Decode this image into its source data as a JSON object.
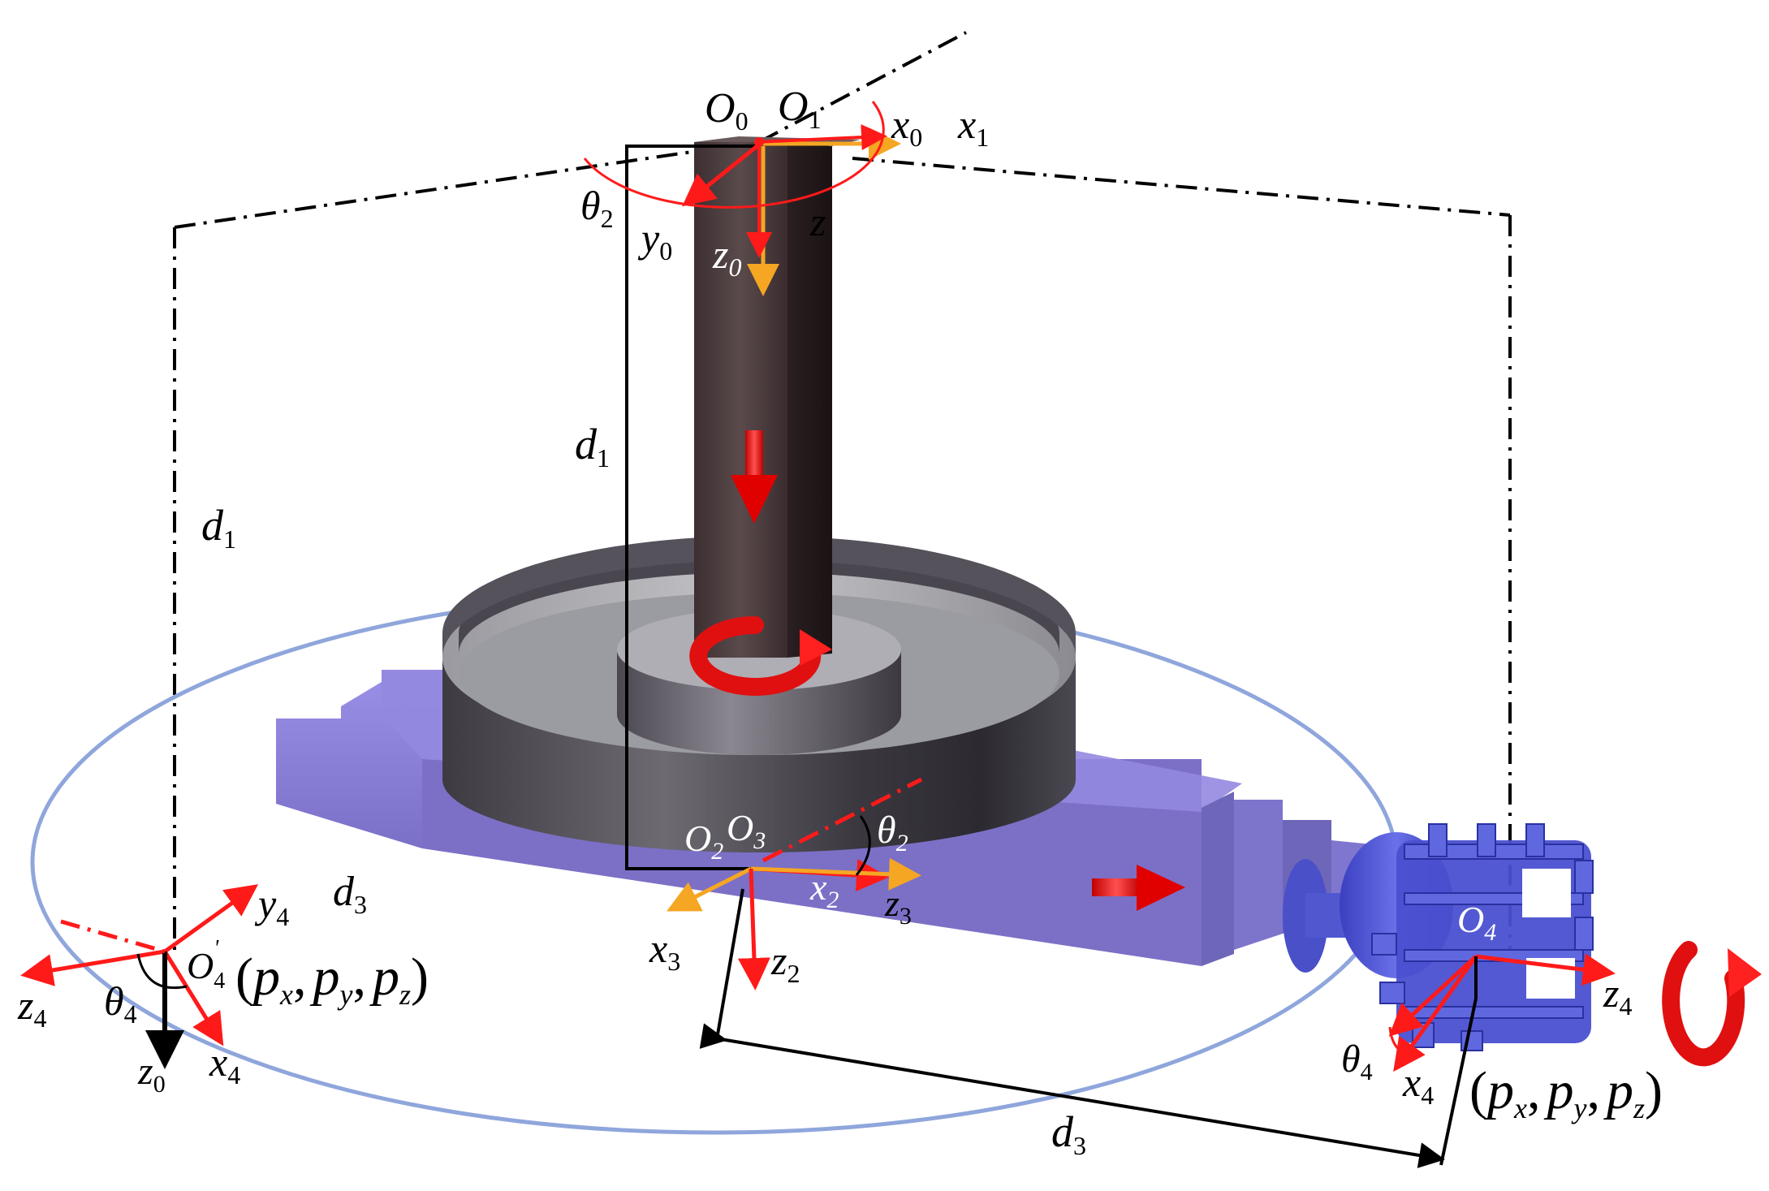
{
  "colors": {
    "axis_red": "#ff1a1a",
    "axis_orange": "#f5a623",
    "column_dark": "#4a3a3c",
    "ring_gray": "#5a5660",
    "arm_purple": "#8a80d8",
    "gripper_blue": "#5055d8",
    "orbit_blue": "#8fa6dc",
    "motion_arrow": "#ff2020"
  },
  "icons": {
    "translate_down": "red-arrow-down-icon",
    "translate_right": "red-arrow-right-icon",
    "rotate_base": "rotation-arrow-icon",
    "rotate_wrist": "rotation-arrow-icon"
  },
  "labels": {
    "O0": {
      "main": "O",
      "sub": "0"
    },
    "O1": {
      "main": "O",
      "sub": "1"
    },
    "x0": {
      "main": "x",
      "sub": "0"
    },
    "x1": {
      "main": "x",
      "sub": "1"
    },
    "theta2_top": {
      "main": "θ",
      "sub": "2"
    },
    "y0": {
      "main": "y",
      "sub": "0"
    },
    "z0_top": {
      "main": "z",
      "sub": "0"
    },
    "z1": {
      "main": "z",
      "sub": ""
    },
    "d1_center": {
      "main": "d",
      "sub": "1"
    },
    "d1_left": {
      "main": "d",
      "sub": "1"
    },
    "O2": {
      "main": "O",
      "sub": "2"
    },
    "O3": {
      "main": "O",
      "sub": "3"
    },
    "theta2_mid": {
      "main": "θ",
      "sub": "2"
    },
    "x2": {
      "main": "x",
      "sub": "2"
    },
    "z3": {
      "main": "z",
      "sub": "3"
    },
    "x3": {
      "main": "x",
      "sub": "3"
    },
    "z2": {
      "main": "z",
      "sub": "2"
    },
    "y4_left": {
      "main": "y",
      "sub": "4"
    },
    "d3_left": {
      "main": "d",
      "sub": "3"
    },
    "O4_left": {
      "main": "O",
      "sub": "4",
      "sup": "'"
    },
    "z4_left": {
      "main": "z",
      "sub": "4"
    },
    "theta4_left": {
      "main": "θ",
      "sub": "4"
    },
    "z0_bottom": {
      "main": "z",
      "sub": "0"
    },
    "x4_left": {
      "main": "x",
      "sub": "4"
    },
    "O4_right": {
      "main": "O",
      "sub": "4"
    },
    "z4_right": {
      "main": "z",
      "sub": "4"
    },
    "theta4_right": {
      "main": "θ",
      "sub": "4"
    },
    "x4_right": {
      "main": "x",
      "sub": "4"
    },
    "d3_bottom": {
      "main": "d",
      "sub": "3"
    }
  },
  "points": {
    "left": {
      "open": "(",
      "close": ")",
      "p": "p",
      "subs": [
        "x",
        "y",
        "z"
      ],
      "sep": ","
    },
    "right": {
      "open": "(",
      "close": ")",
      "p": "p",
      "subs": [
        "x",
        "y",
        "z"
      ],
      "sep": ","
    }
  }
}
